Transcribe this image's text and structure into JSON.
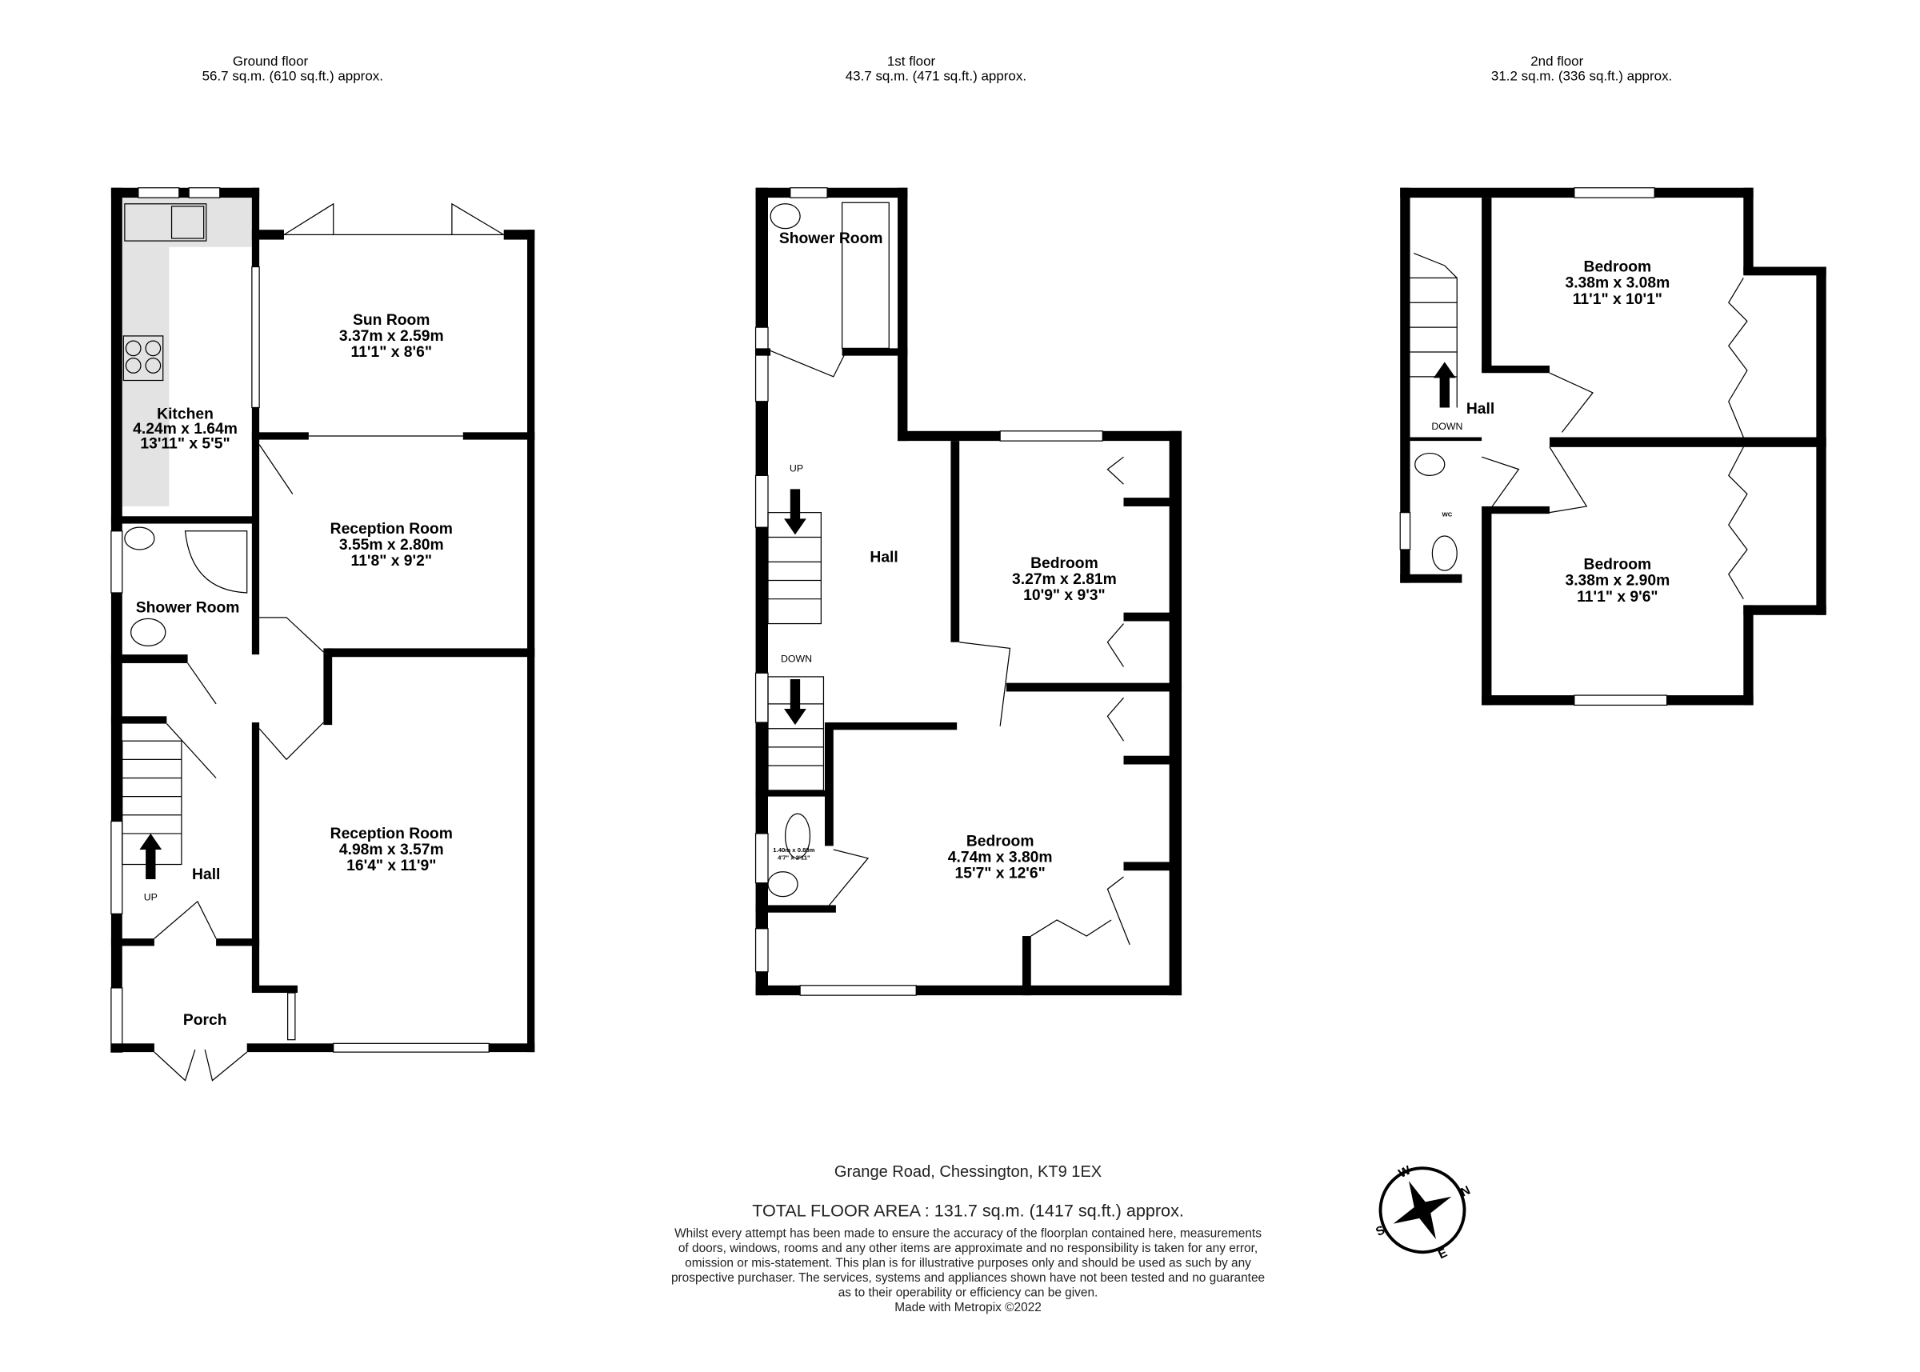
{
  "floors": [
    {
      "name": "Ground floor",
      "area": "56.7 sq.m. (610 sq.ft.) approx.",
      "rooms": [
        {
          "name": "Kitchen",
          "metric": "4.24m  x 1.64m",
          "imperial": "13'11\"  x 5'5\""
        },
        {
          "name": "Sun Room",
          "metric": "3.37m  x 2.59m",
          "imperial": "11'1\"  x 8'6\""
        },
        {
          "name": "Reception Room",
          "metric": "3.55m  x 2.80m",
          "imperial": "11'8\"  x 9'2\""
        },
        {
          "name": "Shower Room"
        },
        {
          "name": "Reception Room",
          "metric": "4.98m  x 3.57m",
          "imperial": "16'4\"  x 11'9\""
        },
        {
          "name": "Hall"
        },
        {
          "name": "Porch"
        }
      ],
      "stair_label": "UP"
    },
    {
      "name": "1st floor",
      "area": "43.7 sq.m. (471 sq.ft.) approx.",
      "rooms": [
        {
          "name": "Shower Room"
        },
        {
          "name": "Hall"
        },
        {
          "name": "Bedroom",
          "metric": "3.27m  x 2.81m",
          "imperial": "10'9\"  x 9'3\""
        },
        {
          "name": "Bedroom",
          "metric": "4.74m  x 3.80m",
          "imperial": "15'7\"  x 12'6\""
        },
        {
          "name": "",
          "metric": "1.40m  x 0.88m",
          "imperial": "4'7\"  x 2'11\""
        }
      ],
      "stair_up": "UP",
      "stair_down": "DOWN"
    },
    {
      "name": "2nd floor",
      "area": "31.2 sq.m. (336 sq.ft.) approx.",
      "rooms": [
        {
          "name": "Bedroom",
          "metric": "3.38m  x 3.08m",
          "imperial": "11'1\"  x 10'1\""
        },
        {
          "name": "Hall"
        },
        {
          "name": "Bedroom",
          "metric": "3.38m  x 2.90m",
          "imperial": "11'1\"  x 9'6\""
        },
        {
          "name": "WC"
        }
      ],
      "stair_down": "DOWN"
    }
  ],
  "footer": {
    "address": "Grange Road, Chessington, KT9 1EX",
    "total": "TOTAL FLOOR AREA : 131.7 sq.m. (1417 sq.ft.) approx.",
    "disclaimer": [
      "Whilst every attempt has been made to ensure the accuracy of the floorplan contained here, measurements",
      "of doors, windows, rooms and any other items are approximate and no responsibility is taken for any error,",
      "omission or mis-statement. This plan is for illustrative purposes only and should be used as such by any",
      "prospective purchaser. The services, systems and appliances shown have not been tested and no guarantee",
      "as to their operability or efficiency can be given."
    ],
    "credit": "Made with Metropix ©2022"
  },
  "compass": {
    "n": "N",
    "e": "E",
    "s": "S",
    "w": "W"
  }
}
